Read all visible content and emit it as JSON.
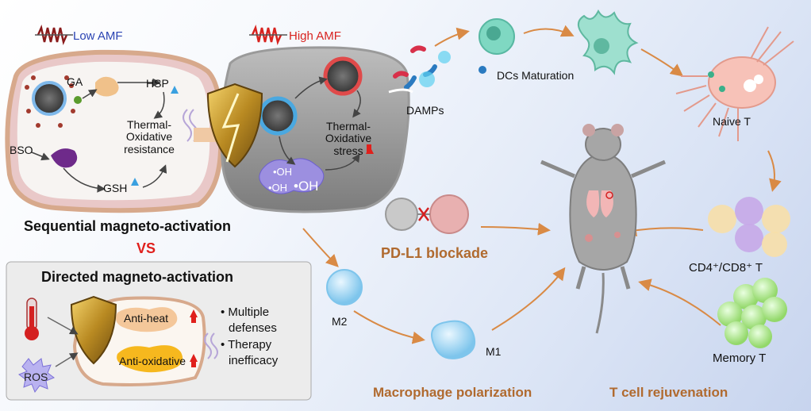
{
  "colors": {
    "accent_brown": "#b06a2f",
    "vs_red": "#e0201c",
    "low_amf": "#2b44b3",
    "high_amf": "#d8231f",
    "arrow_orange": "#d98a45",
    "membrane": "#d7a98c"
  },
  "top": {
    "low_amf": "Low AMF",
    "high_amf": "High AMF"
  },
  "left_cell": {
    "ga": "GA",
    "hsp": "HSP",
    "bso": "BSO",
    "gsh": "GSH",
    "resistance": [
      "Thermal-",
      "Oxidative",
      "resistance"
    ]
  },
  "middle_cell": {
    "stress": [
      "Thermal-",
      "Oxidative",
      "stress"
    ],
    "oh1": "•OH",
    "oh2": "•OH",
    "oh3": "•OH"
  },
  "pathway": {
    "damps": "DAMPs",
    "dcs": "DCs Maturation",
    "naive_t": "Naive T",
    "cd48_t": "CD4⁺/CD8⁺ T",
    "memory_t": "Memory T",
    "m2": "M2",
    "m1": "M1"
  },
  "headings": {
    "sequential": "Sequential magneto-activation",
    "vs": "VS",
    "pdl1": "PD-L1 blockade",
    "macrophage": "Macrophage polarization",
    "t_cell": "T cell rejuvenation"
  },
  "directed_box": {
    "title": "Directed magneto-activation",
    "anti_heat": "Anti-heat",
    "anti_oxidative": "Anti-oxidative",
    "ros": "ROS",
    "bullets": [
      "• Multiple",
      "defenses",
      "• Therapy",
      "inefficacy"
    ]
  }
}
